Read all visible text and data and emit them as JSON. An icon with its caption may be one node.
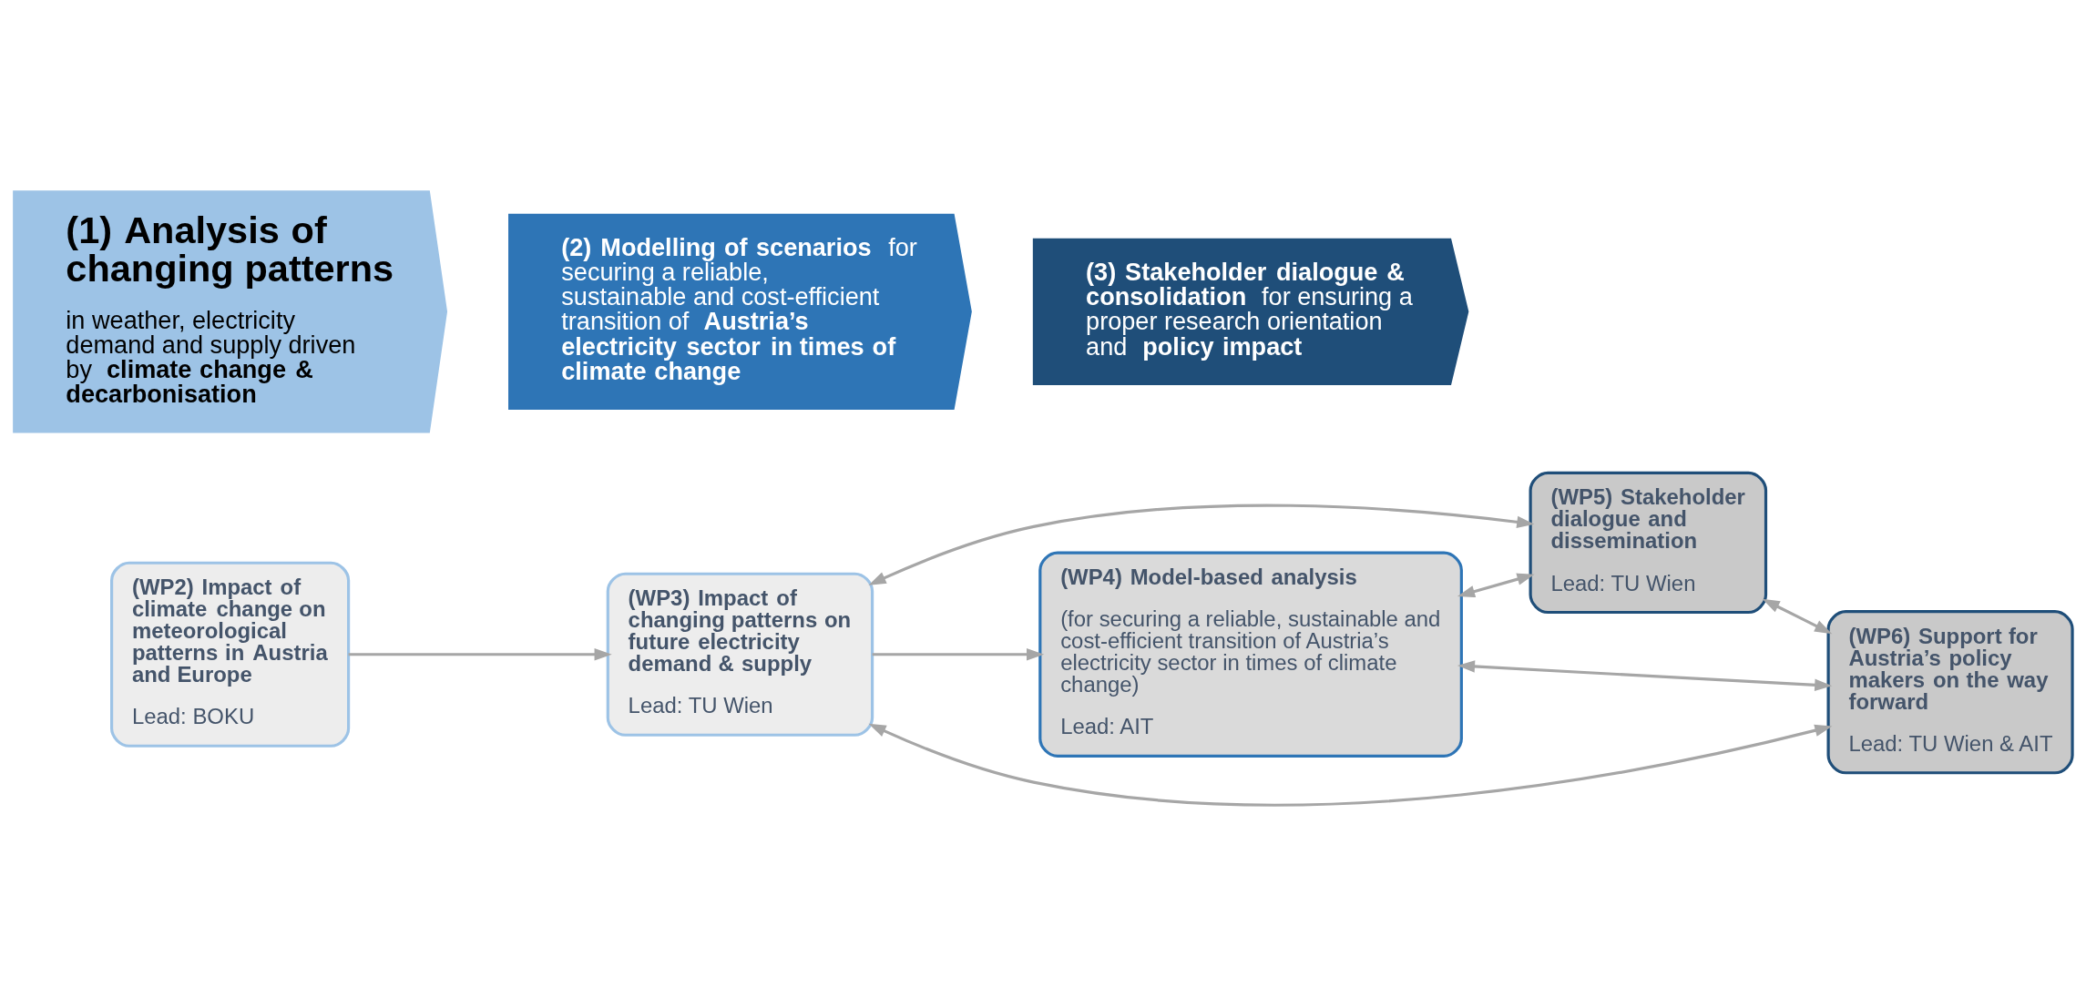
{
  "diagram": {
    "nodes": [
      {
        "text": [
          "(1) Analysis of changing patterns",
          "in weather, electricity demand and supply driven by **climate change & decarbonisation**"
        ]
      },
      {
        "text": [
          "**(2) Modelling of scenarios** for securing a reliable, sustainable and cost-efficient transition of **Austria’s electricity sector in times of climate change**"
        ]
      },
      {
        "text": [
          "**(3) Stakeholder dialogue & consolidation** for ensuring a proper research orientation and **policy impact**"
        ]
      },
      {
        "text": [
          "(WP2) Impact of climate change on meteorological patterns in Austria and Europe",
          "Lead: BOKU"
        ]
      },
      {
        "text": [
          "(WP3) Impact of changing patterns on future electricity demand & supply",
          "Lead: TU Wien"
        ]
      },
      {
        "text": [
          "(WP4) Model-based analysis",
          "(for securing a reliable, sustainable and cost-efficient transition of Austria’s electricity sector in times of climate change)",
          "Lead: AIT"
        ]
      },
      {
        "text": [
          "(WP5) Stakeholder dialogue and dissemination",
          "Lead: TU Wien"
        ]
      },
      {
        "text": [
          "(WP6) Support for Austria’s policy makers on the way forward",
          "Lead: TU Wien & AIT"
        ]
      }
    ],
    "edges": [
      {
        "from": 3,
        "to": 4,
        "arrow": "to"
      },
      {
        "from": 4,
        "to": 5,
        "arrow": "to"
      },
      {
        "from": 4,
        "to": 7,
        "arrow": "both"
      },
      {
        "from": 5,
        "to": 7,
        "arrow": "both"
      },
      {
        "from": 5,
        "to": 6,
        "arrow": "both"
      },
      {
        "from": 6,
        "to": 7,
        "arrow": "both"
      },
      {
        "from": 4,
        "to": 6,
        "arrow": "both"
      }
    ]
  }
}
